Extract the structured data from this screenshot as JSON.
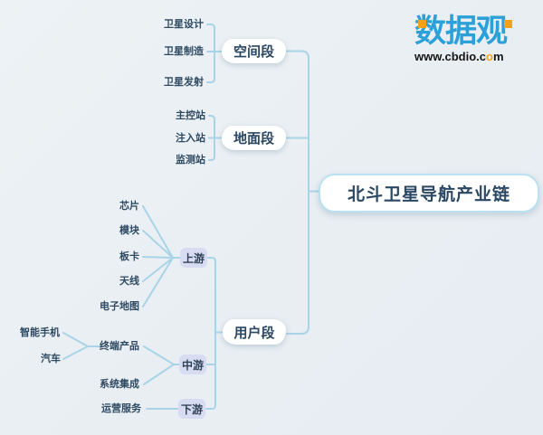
{
  "root": {
    "label": "北斗卫星导航产业链"
  },
  "space": {
    "label": "空间段",
    "items": [
      "卫星设计",
      "卫星制造",
      "卫星发射"
    ]
  },
  "ground": {
    "label": "地面段",
    "items": [
      "主控站",
      "注入站",
      "监测站"
    ]
  },
  "user": {
    "label": "用户段",
    "upstream": {
      "label": "上游",
      "items": [
        "芯片",
        "模块",
        "板卡",
        "天线",
        "电子地图"
      ]
    },
    "midstream": {
      "label": "中游",
      "terminal": {
        "label": "终端产品",
        "items": [
          "智能手机",
          "汽车"
        ]
      },
      "integration": "系统集成"
    },
    "downstream": {
      "label": "下游",
      "items": [
        "运营服务"
      ]
    }
  },
  "logo": {
    "brand": "数据观",
    "url_prefix": "www.cbdio.c",
    "url_o": "o",
    "url_suffix": "m"
  },
  "colors": {
    "background": "#e9eff3",
    "connector": "#a9d4e8",
    "node_text": "#2a4763",
    "node_bg": "#ffffff",
    "sub_node_bg": "#d8dcf2",
    "root_border": "#bae1f2",
    "brand_blue": "#2ba0d9",
    "brand_orange": "#f5a21a"
  }
}
